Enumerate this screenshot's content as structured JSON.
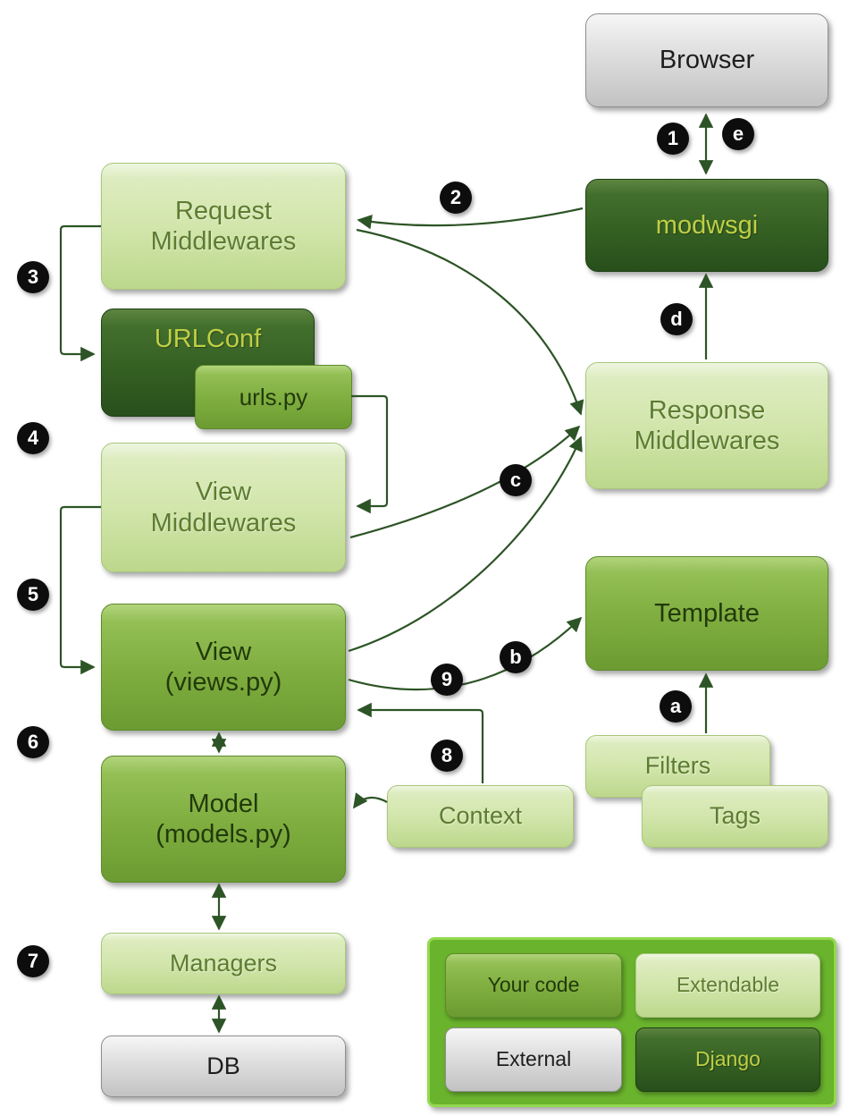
{
  "colors": {
    "line": "#2d5426",
    "badge_bg": "#0d0d0d",
    "badge_text": "#ffffff",
    "light_text": "#5d7c31",
    "dark_text": "#213a0b",
    "accent_text": "#bfcf45",
    "gray_text": "#1e1e1e",
    "legend_bg": "#6ab32d",
    "legend_border": "#93d94e"
  },
  "nodes": {
    "browser": "Browser",
    "modwsgi": "modwsgi",
    "request_middlewares": "Request\nMiddlewares",
    "urlconf": "URLConf",
    "urls_py": "urls.py",
    "view_middlewares": "View\nMiddlewares",
    "view": "View\n(views.py)",
    "model": "Model\n(models.py)",
    "managers": "Managers",
    "db": "DB",
    "response_middlewares": "Response\nMiddlewares",
    "template": "Template",
    "filters": "Filters",
    "tags": "Tags",
    "context": "Context"
  },
  "badges": {
    "n1": "1",
    "n2": "2",
    "n3": "3",
    "n4": "4",
    "n5": "5",
    "n6": "6",
    "n7": "7",
    "n8": "8",
    "n9": "9",
    "a": "a",
    "b": "b",
    "c": "c",
    "d": "d",
    "e": "e"
  },
  "legend": {
    "your_code": "Your code",
    "extendable": "Extendable",
    "external": "External",
    "django": "Django"
  }
}
